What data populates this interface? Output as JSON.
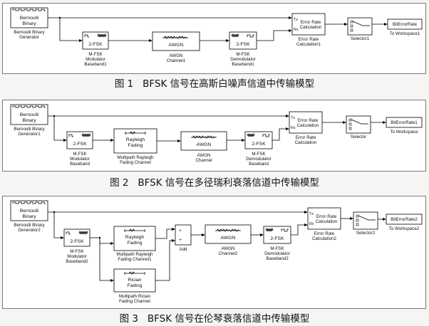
{
  "diagrams": [
    {
      "caption": "图 1   BFSK 信号在高斯白噪声信道中传输模型",
      "blocks": {
        "generator": {
          "name": "Bernoulli Binary Generator",
          "line1": "Bernoulli",
          "line2": "Binary",
          "label1": "Bernoulli Binary",
          "label2": "Generator"
        },
        "modulator": {
          "text": "2-FSK",
          "label1": "M-FSK",
          "label2": "Modulator",
          "label3": "Baseband1"
        },
        "awgn": {
          "text": "AWGN",
          "label1": "AWGN",
          "label2": "Channel1"
        },
        "demodulator": {
          "text": "2-FSK",
          "label1": "M-FSK",
          "label2": "Demodulator",
          "label3": "Baseband1"
        },
        "error_rate": {
          "text1": "Error Rate",
          "text2": "Calculation",
          "tx": "Tx",
          "rx": "Rx",
          "label1": "Error Rate",
          "label2": "Calculation1"
        },
        "selector": {
          "label": "Selector1"
        },
        "workspace": {
          "text": "BitErrorRate",
          "label": "To Workspace1"
        }
      }
    },
    {
      "caption": "图 2   BFSK 信号在多径瑞利衰落信道中传输模型",
      "blocks": {
        "generator": {
          "line1": "Bernoulli",
          "line2": "Binary",
          "label1": "Bernoulli Binary",
          "label2": "Generator1"
        },
        "modulator": {
          "text": "2-FSK",
          "label1": "M-FSK",
          "label2": "Modulator",
          "label3": "Baseband"
        },
        "fading": {
          "text1": "Rayleigh",
          "text2": "Fading",
          "label1": "Multipath Rayleigh",
          "label2": "Fading Channel"
        },
        "awgn": {
          "text": "AWGN",
          "label1": "AWGN",
          "label2": "Channel"
        },
        "demodulator": {
          "text": "2-FSK",
          "label1": "M-FSK",
          "label2": "Demodulator",
          "label3": "Baseband"
        },
        "error_rate": {
          "text1": "Error Rate",
          "text2": "Calculation",
          "tx": "Tx",
          "rx": "Rx",
          "label1": "Error Rate",
          "label2": "Calculation"
        },
        "selector": {
          "label": "Selector"
        },
        "workspace": {
          "text": "BitErrorRate1",
          "label": "To Workspace"
        }
      }
    },
    {
      "caption": "图 3   BFSK 信号在伦琴衰落信道中传输模型",
      "blocks": {
        "generator": {
          "line1": "Bernoulli",
          "line2": "Binary",
          "label1": "Bernoulli Binary",
          "label2": "Generator2"
        },
        "modulator": {
          "text": "2-FSK",
          "label1": "M-FSK",
          "label2": "Modulator",
          "label3": "Baseband2"
        },
        "rayleigh": {
          "text1": "Rayleigh",
          "text2": "Fading",
          "label1": "Multipath Rayleigh",
          "label2": "Fading Channel1"
        },
        "rician": {
          "text1": "Rician",
          "text2": "Fading",
          "label1": "Multipath Rician",
          "label2": "Fading Channel"
        },
        "add": {
          "plus": "+",
          "label": "Add"
        },
        "awgn": {
          "text": "AWGN",
          "label1": "AWGN",
          "label2": "Channel2"
        },
        "demodulator": {
          "text": "2-FSK",
          "label1": "M-FSK",
          "label2": "Demodulator",
          "label3": "Baseband2"
        },
        "error_rate": {
          "text1": "Error Rate",
          "text2": "Calculation",
          "tx": "Tx",
          "rx": "Rx",
          "label1": "Error Rate",
          "label2": "Calculation2"
        },
        "selector": {
          "label": "Selector2"
        },
        "workspace": {
          "text": "BitErrorRate2",
          "label": "To Workspace2"
        }
      }
    }
  ]
}
